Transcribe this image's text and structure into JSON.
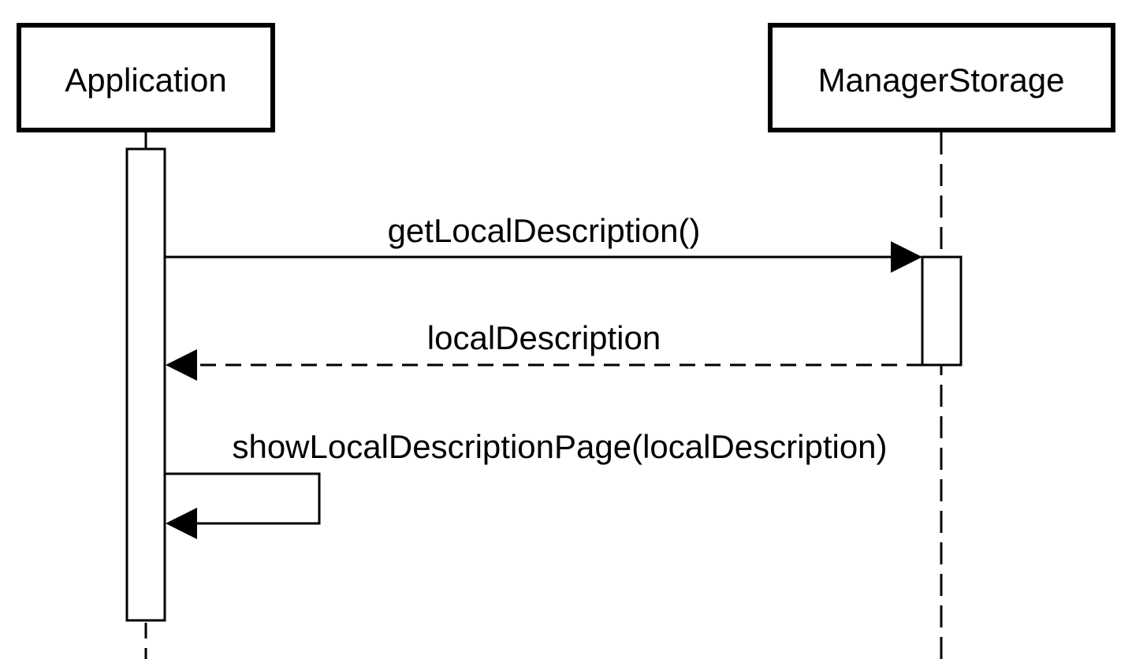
{
  "participants": {
    "application": {
      "label": "Application"
    },
    "manager_storage": {
      "label": "ManagerStorage"
    }
  },
  "messages": {
    "get_local_description": {
      "label": "getLocalDescription()",
      "kind": "synchronous call"
    },
    "local_description": {
      "label": "localDescription",
      "kind": "return"
    },
    "show_local_description_page": {
      "label": "showLocalDescriptionPage(localDescription)",
      "kind": "self call"
    }
  },
  "colors": {
    "stroke": "#000000",
    "background": "#ffffff"
  }
}
